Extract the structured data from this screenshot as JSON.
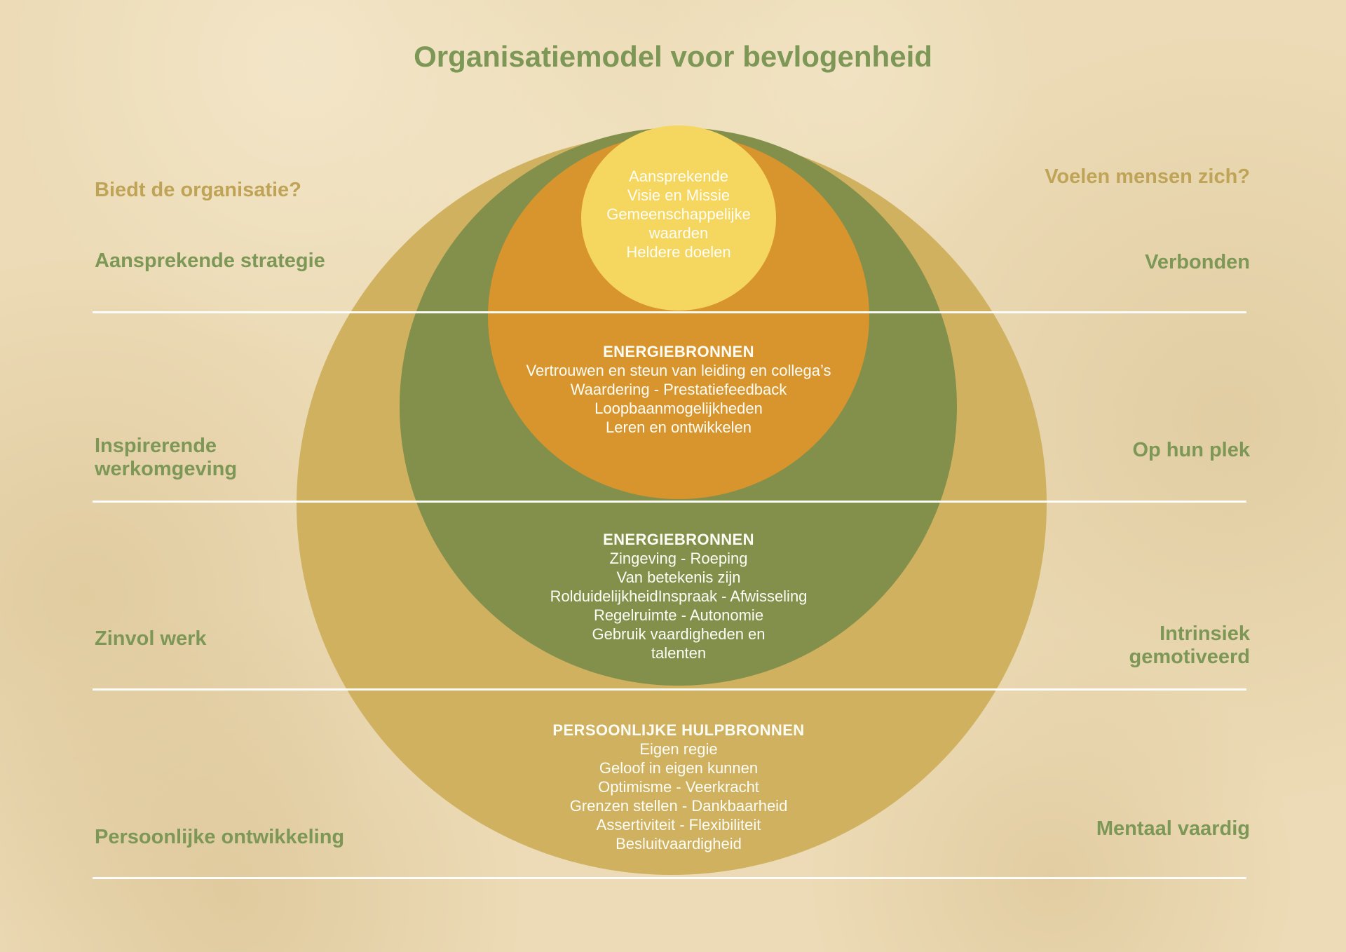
{
  "title": "Organisatiemodel voor bevlogenheid",
  "left_column": {
    "question": "Biedt de organisatie?",
    "items": [
      {
        "label": "Aansprekende strategie"
      },
      {
        "label": "Inspirerende werkomgeving"
      },
      {
        "label": "Zinvol werk"
      },
      {
        "label": "Persoonlijke ontwikkeling"
      }
    ]
  },
  "right_column": {
    "question": "Voelen mensen zich?",
    "items": [
      {
        "label": "Verbonden"
      },
      {
        "label": "Op hun plek"
      },
      {
        "label": "Intrinsiek gemotiveerd"
      },
      {
        "label": "Mentaal vaardig"
      }
    ]
  },
  "rings": [
    {
      "name": "visie-missie",
      "color": "#f5d65f",
      "lines": [
        "Aansprekende",
        "Visie en Missie",
        "Gemeenschappelijke",
        "waarden",
        "Heldere doelen"
      ]
    },
    {
      "name": "energiebronnen-organisatie",
      "color": "#d8952e",
      "heading": "ENERGIEBRONNEN",
      "lines": [
        "Vertrouwen en steun van leiding en collega’s",
        "Waardering - Prestatiefeedback",
        "Loopbaanmogelijkheden",
        "Leren en ontwikkelen"
      ]
    },
    {
      "name": "energiebronnen-werk",
      "color": "#82904c",
      "heading": "ENERGIEBRONNEN",
      "lines": [
        "Zingeving - Roeping",
        "Van betekenis zijn",
        "RolduidelijkheidInspraak - Afwisseling",
        "Regelruimte - Autonomie",
        "Gebruik vaardigheden en",
        "talenten"
      ]
    },
    {
      "name": "persoonlijke-hulpbronnen",
      "color": "#cfb15f",
      "heading": "PERSOONLIJKE HULPBRONNEN",
      "lines": [
        "Eigen regie",
        "Geloof in eigen kunnen",
        "Optimisme - Veerkracht",
        "Grenzen stellen - Dankbaarheid",
        "Assertiviteit - Flexibiliteit",
        "Besluitvaardigheid"
      ]
    }
  ],
  "colors": {
    "background": "#ecdbb6",
    "outer_ring": "#cfb15f",
    "green_ring": "#82904c",
    "orange_ring": "#d8952e",
    "yellow_ring": "#f5d65f",
    "title_text": "#7d9756",
    "question_text": "#bfa458",
    "label_text": "#7d9756",
    "ring_text": "#fdfdf6",
    "divider_line": "#ffffff"
  }
}
